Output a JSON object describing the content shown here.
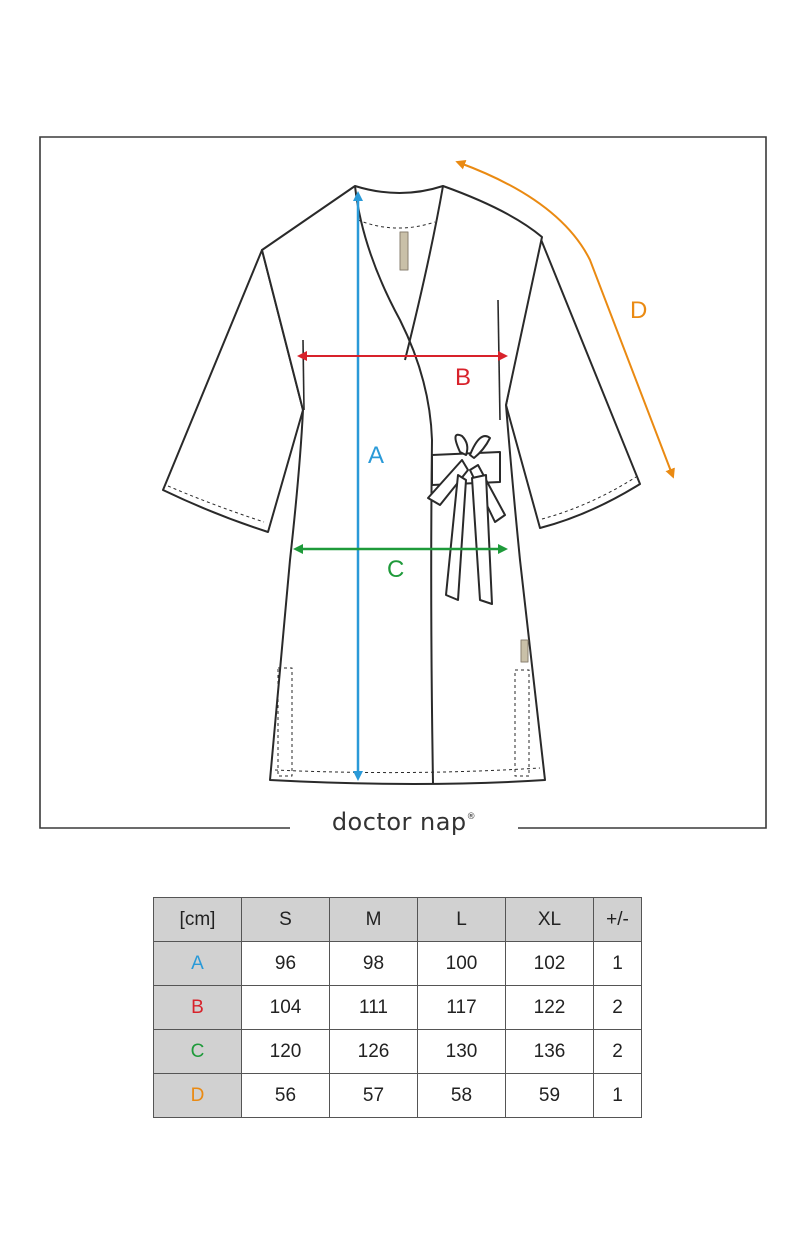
{
  "diagram": {
    "labels": {
      "A": "A",
      "B": "B",
      "C": "C",
      "D": "D"
    },
    "colors": {
      "A": "#2a9ad8",
      "B": "#d8222b",
      "C": "#1e9a3a",
      "D": "#ea8a12",
      "outline": "#2a2a2a",
      "tag": "#c9c0a8"
    }
  },
  "brand": {
    "name": "doctor nap",
    "mark": "®"
  },
  "table": {
    "unit_header": "[cm]",
    "size_headers": [
      "S",
      "M",
      "L",
      "XL"
    ],
    "tolerance_header": "+/-",
    "rows": [
      {
        "label": "A",
        "color": "#2a9ad8",
        "values": [
          "96",
          "98",
          "100",
          "102"
        ],
        "tolerance": "1"
      },
      {
        "label": "B",
        "color": "#d8222b",
        "values": [
          "104",
          "111",
          "117",
          "122"
        ],
        "tolerance": "2"
      },
      {
        "label": "C",
        "color": "#1e9a3a",
        "values": [
          "120",
          "126",
          "130",
          "136"
        ],
        "tolerance": "2"
      },
      {
        "label": "D",
        "color": "#ea8a12",
        "values": [
          "56",
          "57",
          "58",
          "59"
        ],
        "tolerance": "1"
      }
    ]
  }
}
